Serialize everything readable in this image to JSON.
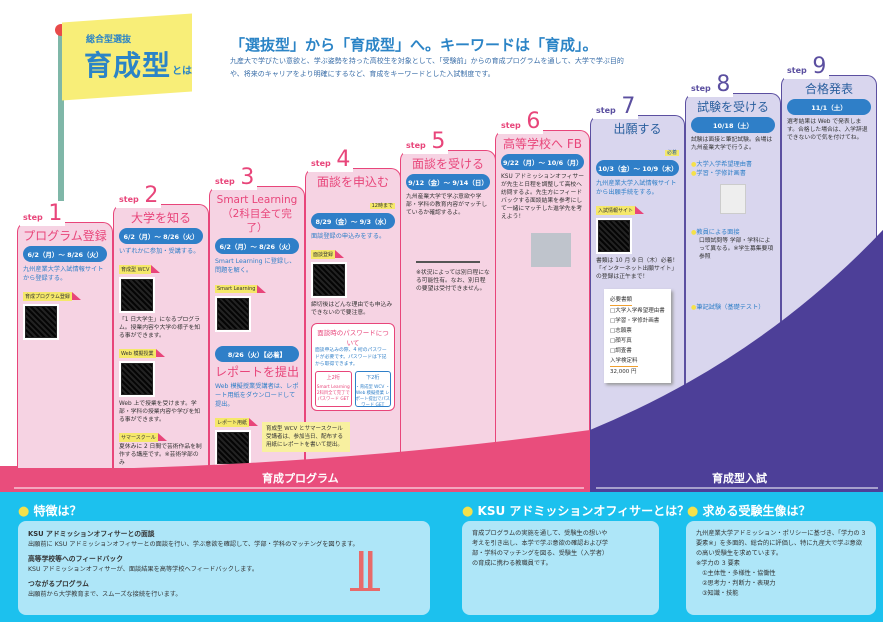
{
  "header": {
    "flag_sub": "総合型選抜",
    "flag_main": "育成型",
    "flag_suffix": "とは",
    "headline": "「選抜型」から「育成型」へ。キーワードは「育成」。",
    "intro": "九産大で学びたい意欲と、学ぶ姿勢を持った高校生を対象として、「受験前」からの育成プログラムを通して、大学で学ぶ目的や、将来のキャリアをより明確にするなど、育成をキーワードとした入試制度です。"
  },
  "step_word": "step",
  "steps": [
    {
      "num": "1",
      "title": "プログラム登録",
      "date": "6/2（月）～ 8/26（火）",
      "desc": "九州産業大学入試情報サイトから登録する。",
      "qr_tag": "育成プログラム登録"
    },
    {
      "num": "2",
      "title": "大学を知る",
      "date": "6/2（月）～ 8/26（火）",
      "desc": "いずれかに参加・受講する。",
      "items": [
        {
          "tag": "育成型 WCV",
          "text": "「1 日大学生」になるプログラム。授業内容や大学の様子を知る事ができます。"
        },
        {
          "tag": "Web 模擬授業",
          "text": "Web 上で授業を受けます。学部・学科の授業内容や学びを知る事ができます。"
        },
        {
          "tag": "サマースクール",
          "text": "夏休みに 2 日間で芸術作品を制作する講座です。※芸術学部のみ"
        }
      ]
    },
    {
      "num": "3",
      "title": "Smart Learning（2科目全て完了）",
      "date": "6/2（月）～ 8/26（火）",
      "desc": "Smart Learning に登録し、問題を解く。",
      "qr_tag": "Smart Learning",
      "date2": "8/26（火）【必着】",
      "title2": "レポートを提出",
      "desc2": "Web 模擬授業受講者は、レポート用紙をダウンロードして提出。",
      "qr_tag2": "レポート用紙",
      "note": "育成型 WCV とサマースクール受講者は、参加当日、配布する用紙にレポートを書いて提出。"
    },
    {
      "num": "4",
      "title": "面談を申込む",
      "badge": "12時まで",
      "date": "8/29（金）～ 9/3（水）",
      "desc": "面談登録の申込みをする。",
      "qr_tag": "面談登録",
      "desc_after": "締切後はどんな理由でも申込みできないので要注意。",
      "pw": {
        "heading": "面談時のパスワードについて",
        "text": "面談申込みの際、4 桁のパスワードが必要です。パスワードは下記から取得できます。",
        "upper": "上2桁",
        "lower": "下2桁",
        "upper_src": "Smart Learning 2科目全て完了でパスワード GET",
        "lower_src": "・育成型 WCV ・Web 模擬授業 レポート提出でパスワード GET"
      }
    },
    {
      "num": "5",
      "title": "面談を受ける",
      "date": "9/12（金）～ 9/14（日）",
      "desc": "九州産業大学で学ぶ意欲や学部・学科の教育内容がマッチしているか確認するよ。",
      "note": "※状況によっては別日程になる可能性有。なお、別日程の要望は受付できません。"
    },
    {
      "num": "6",
      "title": "高等学校へ FB",
      "date": "9/22（月）～ 10/6（月）",
      "desc": "KSU アドミッションオフィサーが先生と日程を調整して高校へ訪問するよ。先生方にフィードバックする面談結果を参考にして一緒にマッチした進学先を考えよう！"
    },
    {
      "num": "7",
      "title": "出願する",
      "badge": "必着",
      "date": "10/3（金）～ 10/9（木）",
      "desc": "九州産業大学入試情報サイトから出願手続をする。",
      "qr_tag": "入試情報サイト",
      "desc_after": "書類は 10 月 9 日（木）必着！「インターネット出願サイト」の登録は正午まで！",
      "docs_heading": "必要書類",
      "docs": [
        "大学入学希望理由書",
        "学習・学修計画書",
        "志願票",
        "顔写真",
        "調査書"
      ],
      "fee_label": "入学検定料",
      "fee": "32,000 円"
    },
    {
      "num": "8",
      "title": "試験を受ける",
      "date": "10/18（土）",
      "desc": "試験は面接と筆記試験。会場は九州産業大学で行うよ。",
      "items": [
        "大学入学希望理由書",
        "学習・学修計画書"
      ],
      "interview": "教員による面接",
      "interview_desc": "口頭試問等 学部・学科によって異なる。※学生募集要項参照",
      "written": "筆記試験（基礎テスト）"
    },
    {
      "num": "9",
      "title": "合格発表",
      "date": "11/1（土）",
      "desc": "選考結果は Web で発表します。合格した場合は、入学辞退できないので気を付けてね。"
    }
  ],
  "bands": {
    "program": "育成プログラム",
    "exam": "育成型入試"
  },
  "features": {
    "heading": "特徴は？",
    "items": [
      {
        "title": "KSU アドミッションオフィサーとの面談",
        "text": "出願前に KSU アドミッションオフィサーとの面談を行い、学ぶ意欲を確認して、学部・学科のマッチングを図ります。"
      },
      {
        "title": "高等学校等へのフィードバック",
        "text": "KSU アドミッションオフィサーが、面談結果を高等学校へフィードバックします。"
      },
      {
        "title": "つながるプログラム",
        "text": "出願前から大学教育まで、スムーズな接続を行います。"
      }
    ]
  },
  "officer": {
    "heading": "KSU アドミッションオフィサーとは？",
    "text": "育成プログラムの実施を通して、受験生の想いや考えを引き出し、本学で学ぶ意欲の確認および学部・学科のマッチングを図る、受験生（入学者）の育成に携わる教職員です。"
  },
  "ideal": {
    "heading": "求める受験生像は？",
    "text": "九州産業大学アドミッション・ポリシーに基づき、「学力の 3 要素※」を多面的、総合的に評価し、特に九産大で学ぶ意欲の高い受験生を求めています。",
    "sub": "※学力の 3 要素",
    "list": [
      "①主体性・多様性・協働性",
      "②思考力・判断力・表現力",
      "③知識・技能"
    ]
  },
  "colors": {
    "pink": "#e8457a",
    "purple": "#4d3f98",
    "cyan": "#1cc1ee",
    "blue": "#2f7fc8"
  }
}
